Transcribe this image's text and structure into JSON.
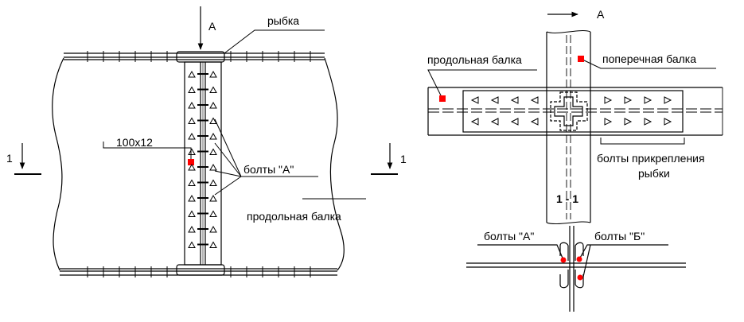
{
  "left_view": {
    "arrow_top_label": "А",
    "fishplate_label": "рыбка",
    "angle_label": "100x12",
    "section_left_label": "1",
    "section_right_label": "1",
    "bolts_label": "болты \"А\"",
    "beam_label": "продольная балка"
  },
  "right_top_view": {
    "arrow_label": "А",
    "longitudinal_label": "продольная балка",
    "transverse_label": "поперечная балка",
    "bolts_line1": "болты прикрепления",
    "bolts_line2": "рыбки"
  },
  "section_view": {
    "title": "1 - 1",
    "bolts_a_label": "болты \"А\"",
    "bolts_b_label": "болты \"Б\""
  },
  "colors": {
    "line": "#000000",
    "marker": "#ff0000",
    "background": "#ffffff"
  }
}
